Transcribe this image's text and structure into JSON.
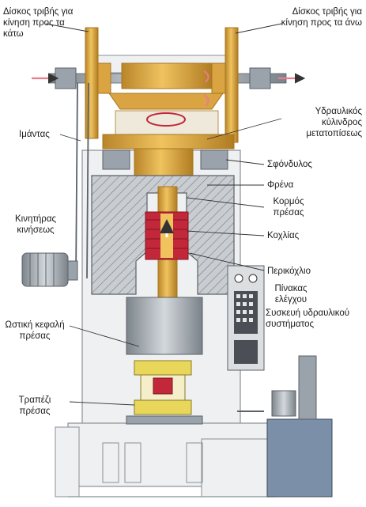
{
  "labels": {
    "friction_disc_down": "Δίσκος τριβής για κίνηση προς τα κάτω",
    "friction_disc_up": "Δίσκος τριβής για κίνηση προς τα άνω",
    "hydraulic_cylinder": "Υδραυλικός κύλινδρος μετατοπίσεως",
    "belt": "Ιμάντας",
    "flywheel": "Σφόνδυλος",
    "brake": "Φρένα",
    "press_body": "Κορμός πρέσας",
    "drive_motor": "Κινητήρας κινήσεως",
    "screw": "Κοχλίας",
    "nut": "Περικόχλιο",
    "control_panel": "Πίνακας ελέγχου",
    "hydraulic_unit": "Συσκευή υδραυλικού συστήματος",
    "ram_head": "Ωστική κεφαλή πρέσας",
    "press_table": "Τραπέζι πρέσας"
  },
  "colors": {
    "gold": "#d9a441",
    "gold_dark": "#a8761e",
    "frame": "#eef0f2",
    "frame_line": "#8a9096",
    "section": "#c9cdd1",
    "hatch": "#6f767c",
    "steel": "#9aa3ab",
    "steel_dark": "#5b6269",
    "red": "#c2283a",
    "yellow": "#e9d75c",
    "arrow_pink": "#e77d8e"
  }
}
